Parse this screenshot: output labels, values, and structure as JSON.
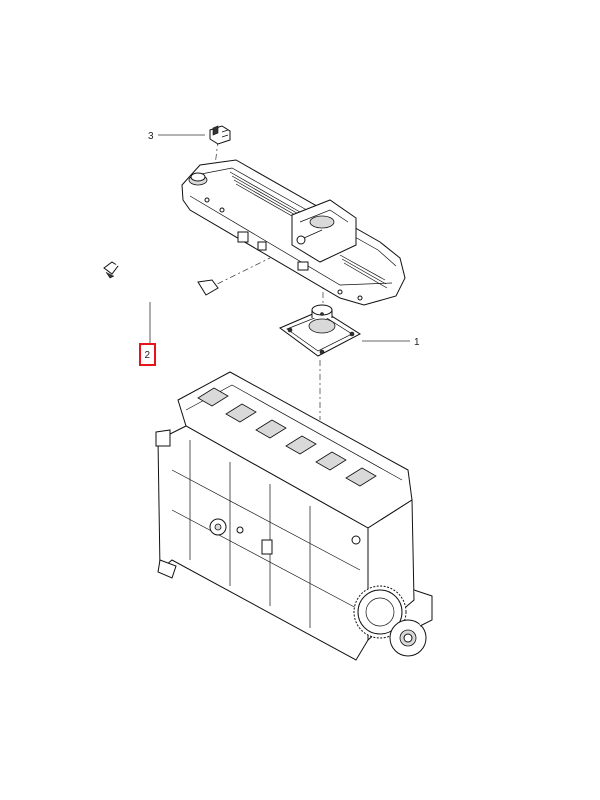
{
  "callouts": [
    {
      "id": "1",
      "label": "1"
    },
    {
      "id": "2",
      "label": "2",
      "highlighted": true
    },
    {
      "id": "3",
      "label": "3"
    }
  ],
  "colors": {
    "highlight": "#e8141b",
    "line": "#111111",
    "shading": "#d9d9d9"
  }
}
